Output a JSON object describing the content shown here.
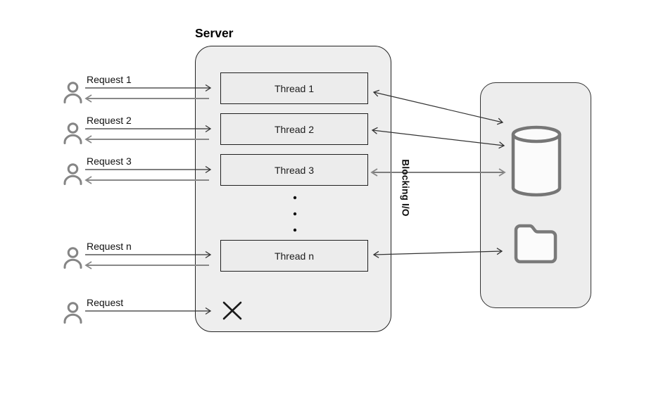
{
  "server": {
    "title": "Server",
    "threads": [
      {
        "label": "Thread 1"
      },
      {
        "label": "Thread 2"
      },
      {
        "label": "Thread 3"
      },
      {
        "label": "Thread n"
      }
    ]
  },
  "clients": [
    {
      "label": "Request 1"
    },
    {
      "label": "Request 2"
    },
    {
      "label": "Request 3"
    },
    {
      "label": "Request n"
    },
    {
      "label": "Request"
    }
  ],
  "io_label": "Blocking I/O",
  "icons": {
    "user": "person-silhouette",
    "database": "cylinder",
    "folder": "folder-outline",
    "rejected": "x-mark",
    "ellipsis": "three-vertical-dots"
  },
  "colors": {
    "container_fill": "#eeeeee",
    "thread_fill": "#ececec",
    "border": "#1f1f1f",
    "arrow_dark": "#333333",
    "arrow_gray": "#888888",
    "icon_gray": "#7a7a7a",
    "text": "#111111"
  }
}
